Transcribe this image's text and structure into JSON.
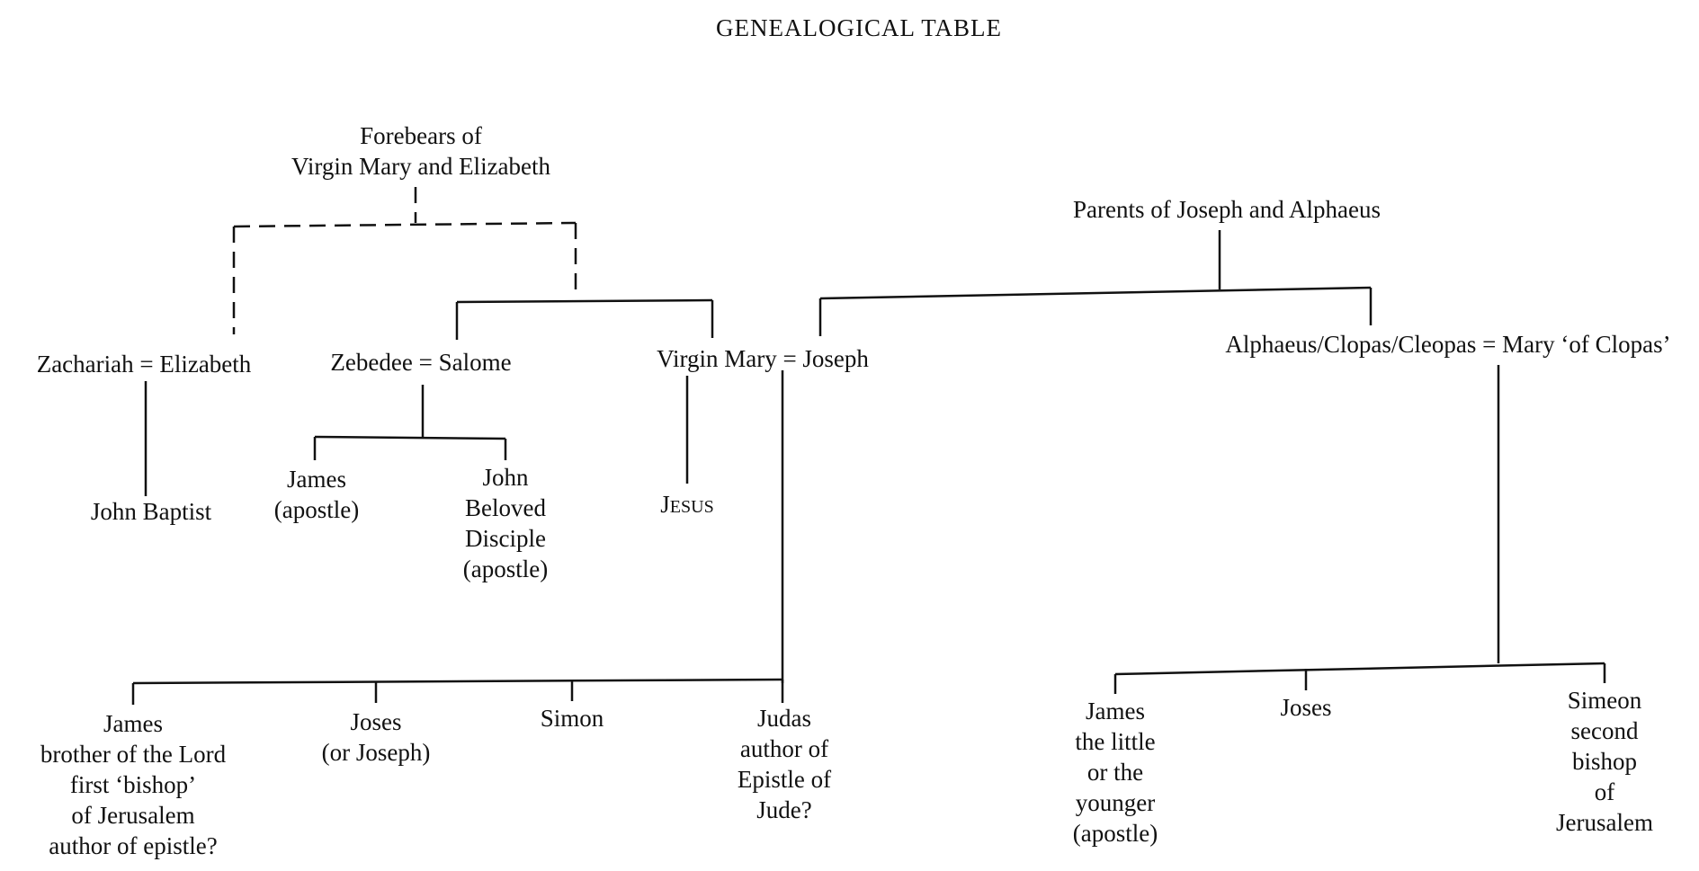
{
  "title": "GENEALOGICAL TABLE",
  "people": {
    "forebears": "Forebears of\nVirgin Mary and Elizabeth",
    "parents": "Parents of Joseph and Alphaeus",
    "zachariah_elizabeth": "Zachariah = Elizabeth",
    "zebedee_salome": "Zebedee = Salome",
    "mary_joseph": "Virgin Mary = Joseph",
    "alphaeus_mary": "Alphaeus/Clopas/Cleopas = Mary ‘of Clopas’",
    "john_baptist": "John Baptist",
    "james_apostle": "James\n(apostle)",
    "john_beloved": "John\nBeloved\nDisciple\n(apostle)",
    "jesus_initial": "J",
    "jesus_rest": "ESUS",
    "james_brother": "James\nbrother of the Lord\nfirst ‘bishop’\nof Jerusalem\nauthor of epistle?",
    "joses_joseph": "Joses\n(or Joseph)",
    "simon": "Simon",
    "judas": "Judas\nauthor of\nEpistle of\nJude?",
    "james_little": "James\nthe little\nor the\nyounger\n(apostle)",
    "joses": "Joses",
    "simeon": "Simeon\nsecond bishop\nof Jerusalem"
  }
}
